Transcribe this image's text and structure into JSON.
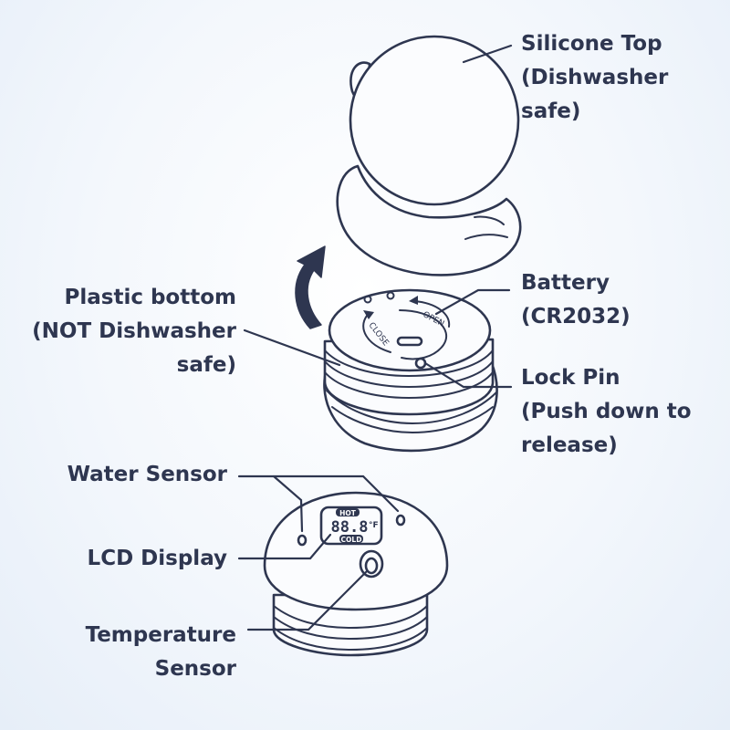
{
  "labels": {
    "silicone_top": "Silicone Top\n(Dishwasher\nsafe)",
    "plastic_bottom": "Plastic bottom\n(NOT  Dishwasher\nsafe)",
    "battery": "Battery\n(CR2032)",
    "lock_pin": "Lock Pin\n(Push down to\nrelease)",
    "water_sensor": "Water Sensor",
    "lcd_display": "LCD Display",
    "temperature_sensor": "Temperature\nSensor"
  },
  "device_text": {
    "open": "OPEN",
    "close": "CLOSE",
    "hot": "HOT",
    "cold": "COLD",
    "digits": "88.8",
    "unit": "°F"
  },
  "colors": {
    "ink": "#2e3650",
    "background": "#eef3fa",
    "part_fill": "#fbfcfe"
  }
}
